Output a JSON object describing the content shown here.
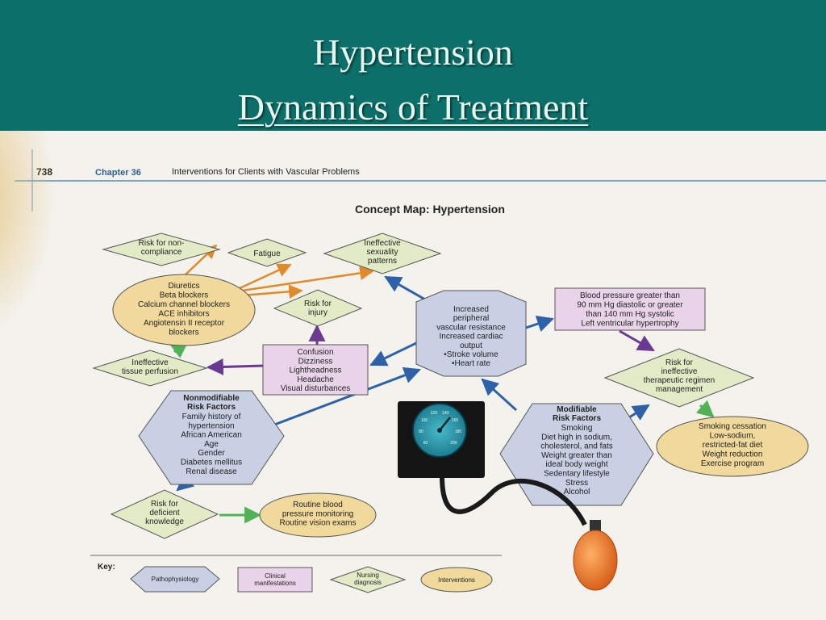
{
  "slide": {
    "title_line1": "Hypertension",
    "title_line2": "Dynamics of Treatment"
  },
  "page_header": {
    "page_number": "738",
    "chapter": "Chapter 36",
    "chapter_title": "Interventions for Clients with Vascular Problems"
  },
  "concept_map": {
    "title": "Concept Map: Hypertension",
    "risk_noncompliance": [
      "Risk for non-",
      "compliance"
    ],
    "fatigue": [
      "Fatigue"
    ],
    "sexuality": [
      "Ineffective",
      "sexuality",
      "patterns"
    ],
    "interventions_drugs": [
      "Diuretics",
      "Beta blockers",
      "Calcium channel blockers",
      "ACE inhibitors",
      "Angiotensin II receptor",
      "blockers"
    ],
    "risk_injury": [
      "Risk for",
      "injury"
    ],
    "pvr": [
      "Increased",
      "peripheral",
      "vascular resistance",
      "Increased cardiac",
      "output",
      "•Stroke volume",
      "•Heart rate"
    ],
    "bp": [
      "Blood pressure greater than",
      "90 mm Hg diastolic or greater",
      "than 140 mm Hg systolic",
      "Left ventricular hypertrophy"
    ],
    "tissue_perfusion": [
      "Ineffective",
      "tissue perfusion"
    ],
    "symptoms": [
      "Confusion",
      "Dizziness",
      "Lightheadness",
      "Headache",
      "Visual disturbances"
    ],
    "regimen": [
      "Risk for",
      "ineffective",
      "therapeutic regimen",
      "management"
    ],
    "nonmodifiable_title": [
      "Nonmodifiable",
      "Risk Factors"
    ],
    "nonmodifiable_items": [
      "Family history of",
      "hypertension",
      "African American",
      "Age",
      "Gender",
      "Diabetes mellitus",
      "Renal disease"
    ],
    "modifiable_title": [
      "Modifiable",
      "Risk Factors"
    ],
    "modifiable_items": [
      "Smoking",
      "Diet high in sodium,",
      "cholesterol, and fats",
      "Weight greater than",
      "ideal body weight",
      "Sedentary lifestyle",
      "Stress",
      "Alcohol"
    ],
    "lifestyle": [
      "Smoking cessation",
      "Low-sodium,",
      "restricted-fat diet",
      "Weight reduction",
      "Exercise program"
    ],
    "deficient_knowledge": [
      "Risk for",
      "deficient",
      "knowledge"
    ],
    "monitoring": [
      "Routine blood",
      "pressure monitoring",
      "Routine vision exams"
    ]
  },
  "key": {
    "label": "Key:",
    "pathophysiology": [
      "Pathophysiology"
    ],
    "clinical": [
      "Clinical",
      "manifestations"
    ],
    "nursing": [
      "Nursing",
      "diagnosis"
    ],
    "interventions": [
      "Interventions"
    ]
  },
  "gauge_numbers": [
    "60",
    "80",
    "100",
    "120",
    "140",
    "160",
    "180",
    "200"
  ],
  "colors": {
    "band": "#0d6f6a",
    "title_text": "#e6f6ee",
    "pathophysiology_fill": "#c9d0e4",
    "clinical_fill": "#e9d3e8",
    "nursing_fill": "#e2ebc6",
    "interventions_fill": "#f1d99c",
    "arrow_blue": "#2e62a8",
    "arrow_orange": "#e08a2a",
    "arrow_purple": "#6a3a92",
    "arrow_green": "#4fb256"
  }
}
